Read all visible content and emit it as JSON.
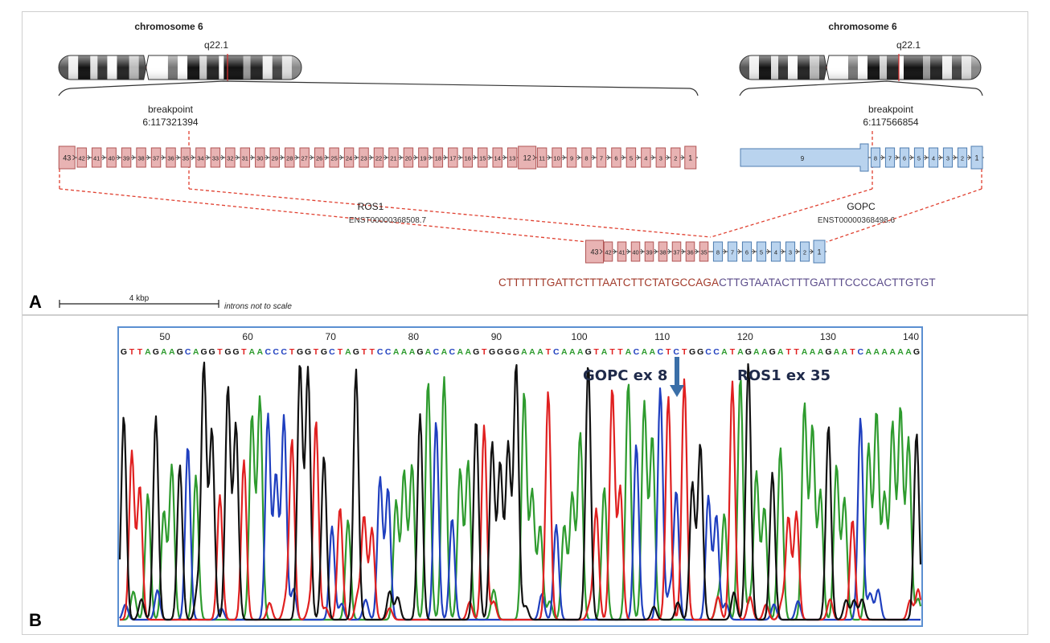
{
  "panel_a": {
    "letter": "A",
    "left_chrom": {
      "title": "chromosome 6",
      "band": "q22.1",
      "breakpoint_label": "breakpoint",
      "breakpoint_pos": "6:117321394"
    },
    "right_chrom": {
      "title": "chromosome 6",
      "band": "q22.1",
      "breakpoint_label": "breakpoint",
      "breakpoint_pos": "6:117566854"
    },
    "ros1": {
      "gene": "ROS1",
      "transcript": "ENST00000368508.7",
      "exons": [
        "43",
        "42",
        "41",
        "40",
        "39",
        "38",
        "37",
        "36",
        "35",
        "34",
        "33",
        "32",
        "31",
        "30",
        "29",
        "28",
        "27",
        "26",
        "25",
        "24",
        "23",
        "22",
        "21",
        "20",
        "19",
        "18",
        "17",
        "16",
        "15",
        "14",
        "13",
        "12",
        "11",
        "10",
        "9",
        "8",
        "7",
        "6",
        "5",
        "4",
        "3",
        "2",
        "1"
      ],
      "shown_labels": {
        "43": "43",
        "42": "42",
        "41": "41",
        "40": "40",
        "39": "39",
        "38": "38",
        "37": "37",
        "36": "36",
        "35": "35",
        "34": "34",
        "33": "33",
        "32": "32",
        "31": "31",
        "30": "30",
        "29": "29",
        "28": "28",
        "27": "27",
        "26": "26",
        "25": "25",
        "24": "24",
        "23": "23",
        "22": "22",
        "21": "21",
        "20": "20",
        "19": "19",
        "18": "18",
        "17": "17",
        "16": "16",
        "15": "15",
        "14": "14",
        "13": "13",
        "12": "12",
        "11": "11",
        "10": "10",
        "9": "9",
        "8": "8",
        "7": "7",
        "6": "6",
        "5": "5",
        "4": "4",
        "3": "3",
        "2": "2",
        "1": "1"
      }
    },
    "gopc": {
      "gene": "GOPC",
      "transcript": "ENST00000368498.6",
      "exons": [
        "9",
        "8",
        "7",
        "6",
        "5",
        "4",
        "3",
        "2",
        "1"
      ]
    },
    "fusion": {
      "ros1_exons": [
        "43",
        "42",
        "41",
        "40",
        "39",
        "38",
        "37",
        "36",
        "35"
      ],
      "gopc_exons": [
        "8",
        "7",
        "6",
        "5",
        "4",
        "3",
        "2",
        "1"
      ]
    },
    "sequence_ros1": "CTTTTTTGATTCTTTAATCTTCTATGCCAGA",
    "sequence_gopc": "CTTGTAATACTTTGATTTCCCCACTTGTGT",
    "scale_label": "4 kbp",
    "scale_note": "introns not to scale",
    "colors": {
      "ros1_fill": "#e8b3b3",
      "ros1_stroke": "#b05555",
      "gopc_fill": "#b9d3ee",
      "gopc_stroke": "#4f7db0",
      "dash": "#e04030",
      "seq_ros1": "#a23a2a",
      "seq_gopc": "#5b4c8a"
    }
  },
  "panel_b": {
    "letter": "B",
    "ticks": [
      "50",
      "60",
      "70",
      "80",
      "90",
      "100",
      "110",
      "120",
      "130",
      "140"
    ],
    "basecalls": "GTTAGAAGCAGGTGGTAACCCTGGTGCTAGTTCCAAAGACACAAGTGGGGAAATCAAAGTATTACAACTCTGGCCATAGAAGATTAAAGAATCAAAAAAG",
    "label_gopc": "GOPC ex 8",
    "label_ros1": "ROS1 ex 35",
    "base_colors": {
      "A": "#2e9b2e",
      "C": "#1f3fbf",
      "G": "#111111",
      "T": "#e02020"
    },
    "frame_color": "#5b8fd1",
    "arrow_color": "#3b6fa8"
  }
}
